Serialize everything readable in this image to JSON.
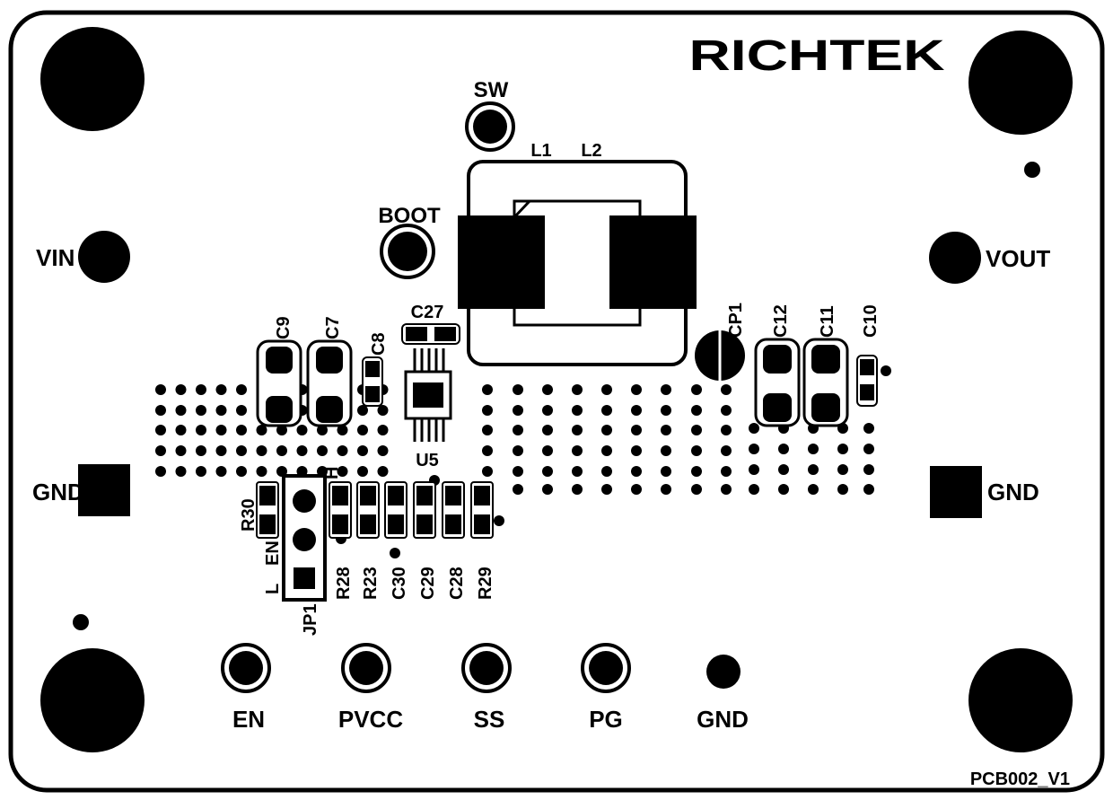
{
  "brand": {
    "logo_text": "RICHTEK"
  },
  "board": {
    "version": "PCB002_V1"
  },
  "test_points": {
    "sw": "SW",
    "boot": "BOOT",
    "vin": "VIN",
    "vout": "VOUT",
    "gnd_left": "GND",
    "gnd_right": "GND",
    "en": "EN",
    "pvcc": "PVCC",
    "ss": "SS",
    "pg": "PG",
    "gnd_bottom": "GND"
  },
  "components": {
    "l1": "L1",
    "l2": "L2",
    "c27": "C27",
    "u5": "U5",
    "c9": "C9",
    "c7": "C7",
    "c8": "C8",
    "cp1": "CP1",
    "c12": "C12",
    "c11": "C11",
    "c10": "C10",
    "r30": "R30",
    "jp1": "JP1",
    "r28": "R28",
    "r23": "R23",
    "c30": "C30",
    "c29": "C29",
    "c28": "C28",
    "r29": "R29"
  },
  "jumper": {
    "h_label": "H",
    "en_label": "EN",
    "l_label": "L"
  },
  "colors": {
    "ink": "#000000",
    "board": "#ffffff"
  }
}
